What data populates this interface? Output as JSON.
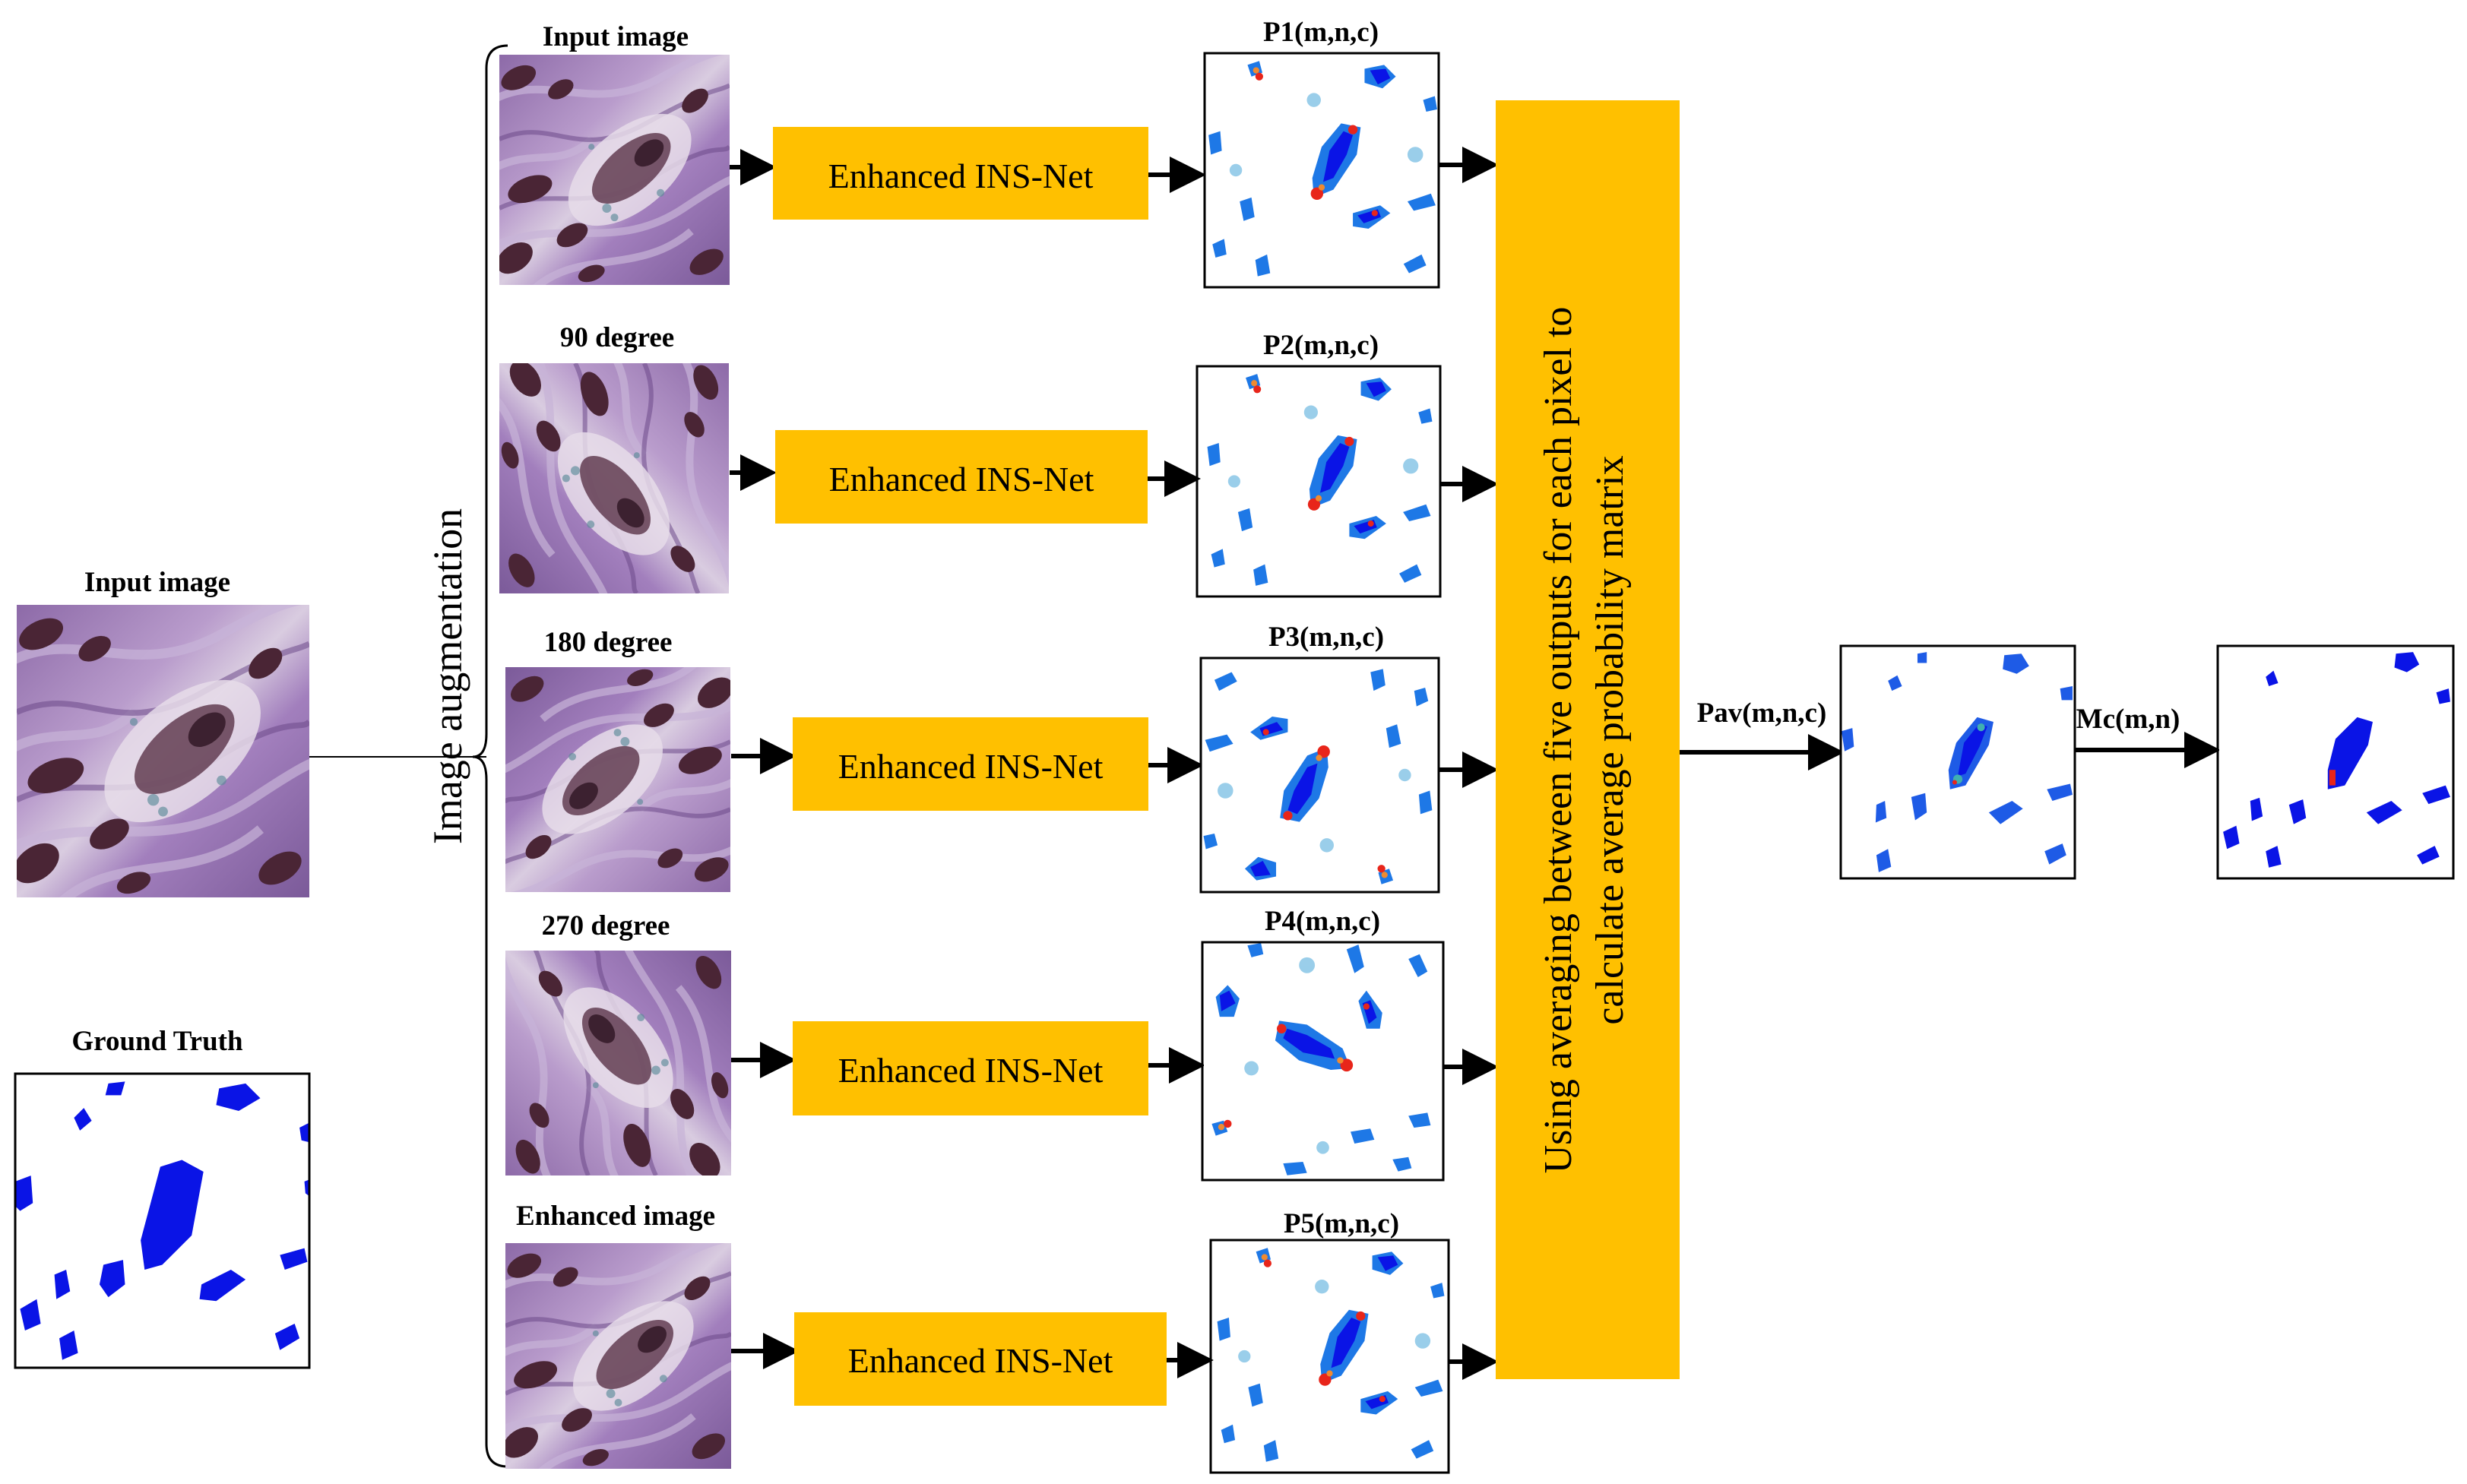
{
  "left": {
    "input_label": "Input image",
    "ground_truth_label": "Ground Truth"
  },
  "augmentation_label": "Image  augmentation",
  "rows": [
    {
      "image_label": "Input image",
      "network_label": "Enhanced INS-Net",
      "output_label": "P1(m,n,c)"
    },
    {
      "image_label": "90 degree",
      "network_label": "Enhanced INS-Net",
      "output_label": "P2(m,n,c)"
    },
    {
      "image_label": "180 degree",
      "network_label": "Enhanced INS-Net",
      "output_label": "P3(m,n,c)"
    },
    {
      "image_label": "270 degree",
      "network_label": "Enhanced INS-Net",
      "output_label": "P4(m,n,c)"
    },
    {
      "image_label": "Enhanced image",
      "network_label": "Enhanced INS-Net",
      "output_label": "P5(m,n,c)"
    }
  ],
  "averaging_box": {
    "line1": "Using averaging between five outputs for each pixel to",
    "line2": "calculate average probability matrix"
  },
  "pav_label": "Pav(m,n,c)",
  "mc_label": "Mc(m,n)",
  "colors": {
    "box_fill": "#FFC000",
    "histology_base": "#9b7bb5",
    "nucleus": "#4a2535",
    "mask_blue": "#0a14e6",
    "prob_light": "#8fc9e8",
    "prob_mid": "#1e78e6",
    "prob_red": "#e8251a",
    "line": "#000000"
  }
}
